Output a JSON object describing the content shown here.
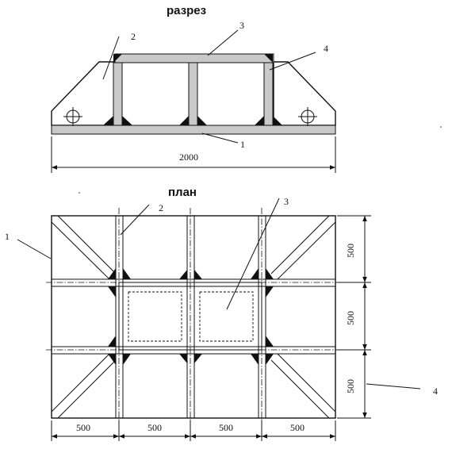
{
  "titles": {
    "section": "разрез",
    "plan": "план"
  },
  "section_view": {
    "labels": [
      "1",
      "2",
      "3",
      "4"
    ],
    "overall_dimension": "2000"
  },
  "plan_view": {
    "labels": [
      "1",
      "2",
      "3",
      "4"
    ],
    "bottom_dimensions": [
      "500",
      "500",
      "500",
      "500"
    ],
    "right_dimensions": [
      "500",
      "500",
      "500"
    ]
  },
  "colors": {
    "line": "#111111",
    "hatch": "#c9c9c9",
    "background": "#ffffff"
  }
}
